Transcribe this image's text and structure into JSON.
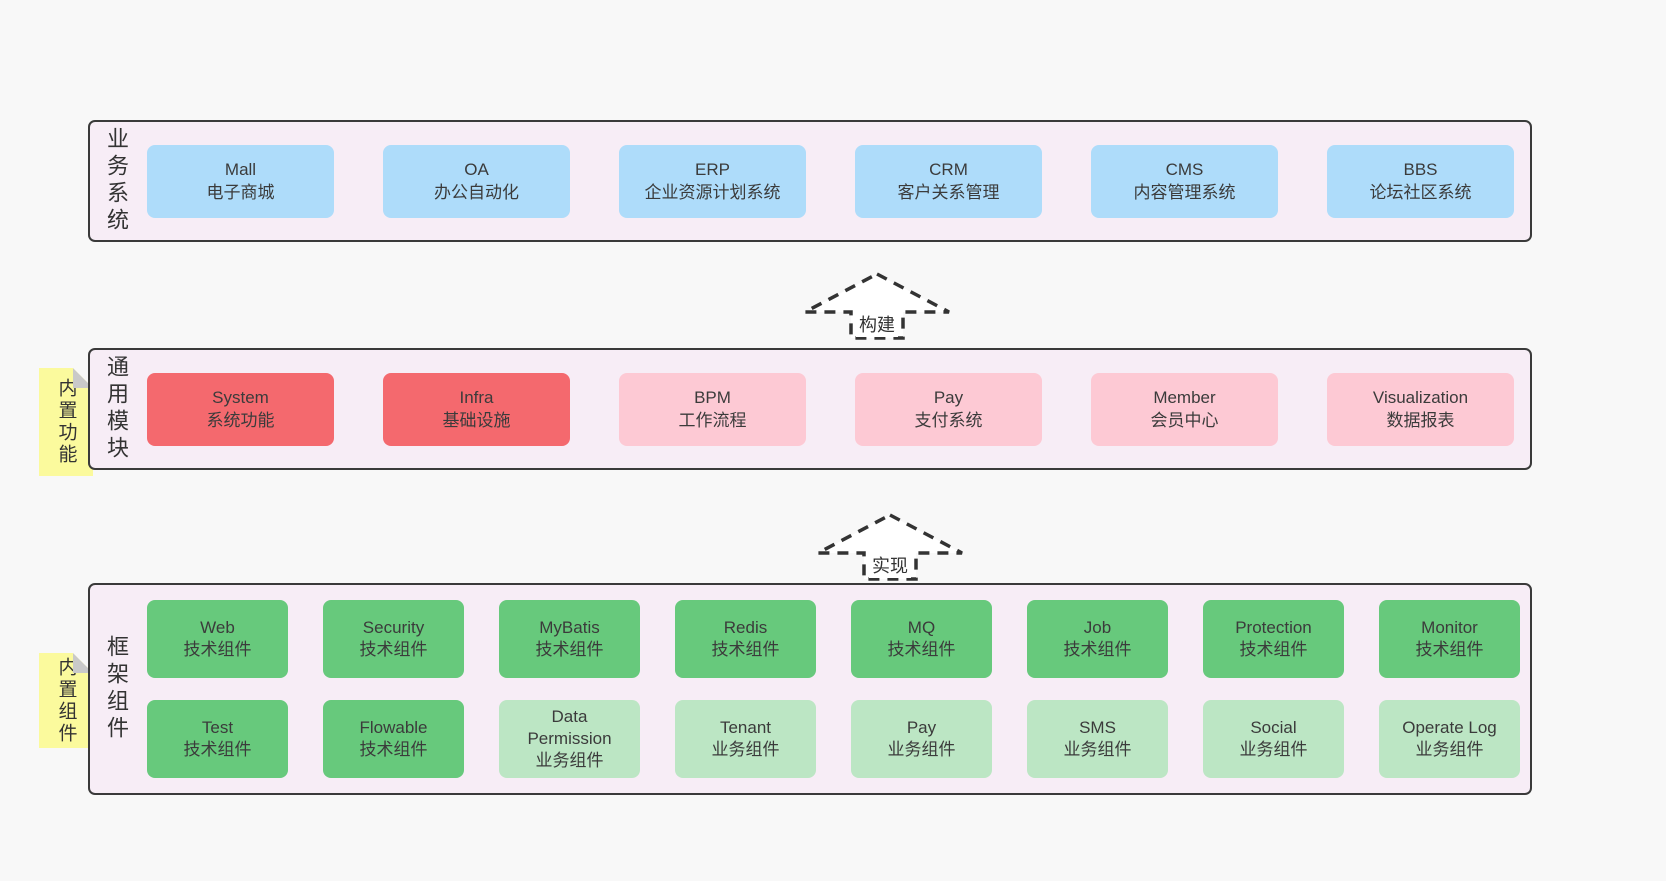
{
  "colors": {
    "page_bg": "#f8f8f8",
    "panel_bg": "#f7edf6",
    "panel_border": "#3a3a3a",
    "blue": "#aedcfa",
    "red": "#f4696e",
    "pink": "#fdc9d4",
    "green": "#67c97c",
    "light_green": "#bce6c4",
    "sticky_yellow": "#fbfa9d",
    "sticky_fold": "#c9c9c9",
    "text": "#3b3b3b"
  },
  "arrows": [
    {
      "label": "构建"
    },
    {
      "label": "实现"
    }
  ],
  "sections": [
    {
      "id": "business-systems",
      "side_label": "业务系统",
      "rows": [
        [
          {
            "name": "Mall",
            "desc": "电子商城",
            "variant": "blue"
          },
          {
            "name": "OA",
            "desc": "办公自动化",
            "variant": "blue"
          },
          {
            "name": "ERP",
            "desc": "企业资源计划系统",
            "variant": "blue"
          },
          {
            "name": "CRM",
            "desc": "客户关系管理",
            "variant": "blue"
          },
          {
            "name": "CMS",
            "desc": "内容管理系统",
            "variant": "blue"
          },
          {
            "name": "BBS",
            "desc": "论坛社区系统",
            "variant": "blue"
          }
        ]
      ]
    },
    {
      "id": "common-modules",
      "side_label": "通用模块",
      "sticky_label": "内置功能",
      "rows": [
        [
          {
            "name": "System",
            "desc": "系统功能",
            "variant": "red"
          },
          {
            "name": "Infra",
            "desc": "基础设施",
            "variant": "red"
          },
          {
            "name": "BPM",
            "desc": "工作流程",
            "variant": "pink"
          },
          {
            "name": "Pay",
            "desc": "支付系统",
            "variant": "pink"
          },
          {
            "name": "Member",
            "desc": "会员中心",
            "variant": "pink"
          },
          {
            "name": "Visualization",
            "desc": "数据报表",
            "variant": "pink"
          }
        ]
      ]
    },
    {
      "id": "framework-components",
      "side_label": "框架组件",
      "sticky_label": "内置组件",
      "rows": [
        [
          {
            "name": "Web",
            "desc": "技术组件",
            "variant": "green"
          },
          {
            "name": "Security",
            "desc": "技术组件",
            "variant": "green"
          },
          {
            "name": "MyBatis",
            "desc": "技术组件",
            "variant": "green"
          },
          {
            "name": "Redis",
            "desc": "技术组件",
            "variant": "green"
          },
          {
            "name": "MQ",
            "desc": "技术组件",
            "variant": "green"
          },
          {
            "name": "Job",
            "desc": "技术组件",
            "variant": "green"
          },
          {
            "name": "Protection",
            "desc": "技术组件",
            "variant": "green"
          },
          {
            "name": "Monitor",
            "desc": "技术组件",
            "variant": "green"
          }
        ],
        [
          {
            "name": "Test",
            "desc": "技术组件",
            "variant": "green"
          },
          {
            "name": "Flowable",
            "desc": "技术组件",
            "variant": "green"
          },
          {
            "name": "Data Permission",
            "desc": "业务组件",
            "variant": "light-green"
          },
          {
            "name": "Tenant",
            "desc": "业务组件",
            "variant": "light-green"
          },
          {
            "name": "Pay",
            "desc": "业务组件",
            "variant": "light-green"
          },
          {
            "name": "SMS",
            "desc": "业务组件",
            "variant": "light-green"
          },
          {
            "name": "Social",
            "desc": "业务组件",
            "variant": "light-green"
          },
          {
            "name": "Operate Log",
            "desc": "业务组件",
            "variant": "light-green"
          }
        ]
      ]
    }
  ]
}
